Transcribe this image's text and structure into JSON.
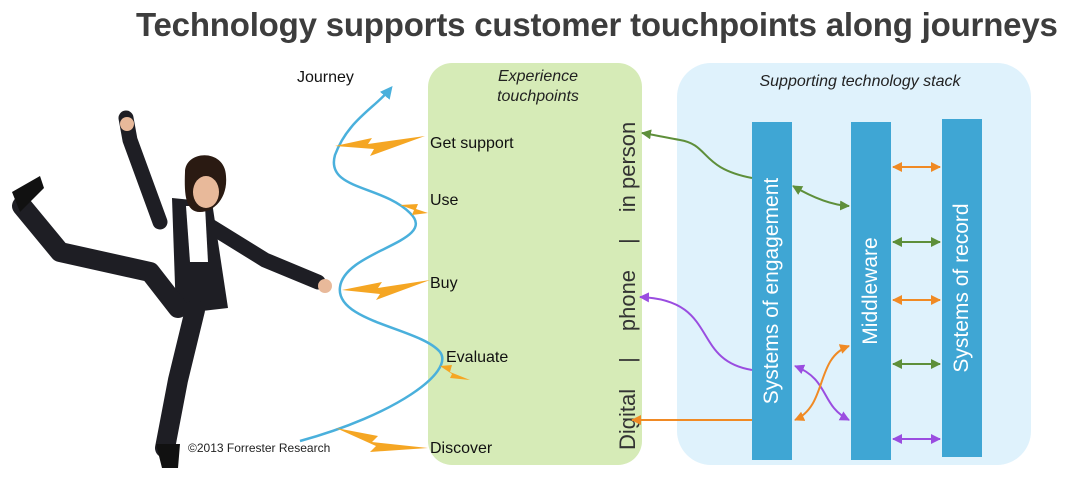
{
  "title": "Technology supports customer touchpoints along journeys",
  "journey_label": "Journey",
  "touchpoints": {
    "heading_line1": "Experience",
    "heading_line2": "touchpoints",
    "stages": [
      "Get support",
      "Use",
      "Buy",
      "Evaluate",
      "Discover"
    ],
    "channels": [
      "Digital",
      "phone",
      "in person"
    ],
    "separator": "|"
  },
  "tech_stack": {
    "heading": "Supporting technology stack",
    "bars": [
      "Systems of engagement",
      "Middleware",
      "Systems of record"
    ]
  },
  "copyright": "©2013 Forrester Research",
  "colors": {
    "touch_panel": "#d6ebb7",
    "tech_panel": "#dff2fc",
    "bar": "#3fa6d4",
    "journey_line": "#4ab0dc",
    "lightning": "#f5a623",
    "arrow_green": "#5e8f3a",
    "arrow_orange": "#f08a24",
    "arrow_purple": "#9a4de0"
  }
}
